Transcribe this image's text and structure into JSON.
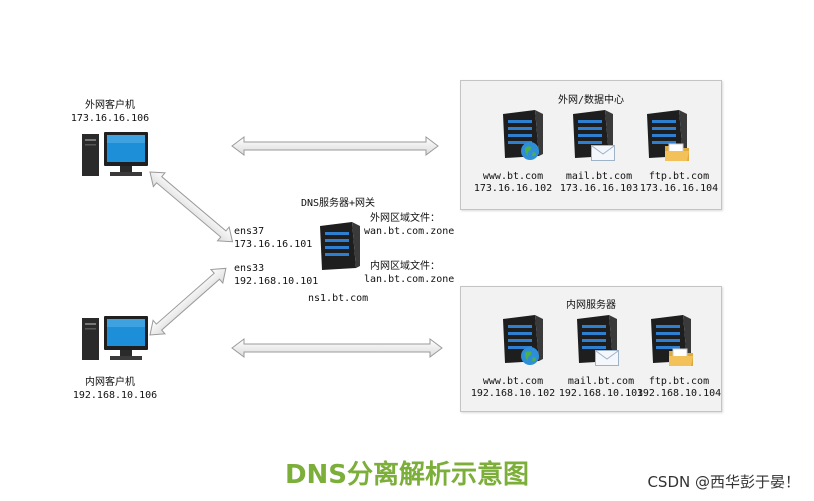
{
  "external_client": {
    "label": "外网客户机",
    "ip": "173.16.16.106"
  },
  "internal_client": {
    "label": "内网客户机",
    "ip": "192.168.10.106"
  },
  "dns_server": {
    "label": "DNS服务器+网关",
    "hostname": "ns1.bt.com",
    "ens37_name": "ens37",
    "ens37_ip": "173.16.16.101",
    "ens33_name": "ens33",
    "ens33_ip": "192.168.10.101",
    "wan_zone_label": "外网区域文件：",
    "wan_zone_file": "wan.bt.com.zone",
    "lan_zone_label": "内网区域文件：",
    "lan_zone_file": "lan.bt.com.zone"
  },
  "external_panel": {
    "title": "外网/数据中心",
    "servers": [
      {
        "name": "www.bt.com",
        "ip": "173.16.16.102",
        "badge": "globe-icon"
      },
      {
        "name": "mail.bt.com",
        "ip": "173.16.16.103",
        "badge": "envelope-icon"
      },
      {
        "name": "ftp.bt.com",
        "ip": "173.16.16.104",
        "badge": "folder-icon"
      }
    ]
  },
  "internal_panel": {
    "title": "内网服务器",
    "servers": [
      {
        "name": "www.bt.com",
        "ip": "192.168.10.102",
        "badge": "globe-icon"
      },
      {
        "name": "mail.bt.com",
        "ip": "192.168.10.103",
        "badge": "envelope-icon"
      },
      {
        "name": "ftp.bt.com",
        "ip": "192.168.10.104",
        "badge": "folder-icon"
      }
    ]
  },
  "caption": "DNS分离解析示意图",
  "watermark": "CSDN @西华彭于晏！",
  "colors": {
    "caption": "#7cae3a",
    "panel_bg": "#f2f2f2",
    "arrow_fill": "#ececec"
  }
}
